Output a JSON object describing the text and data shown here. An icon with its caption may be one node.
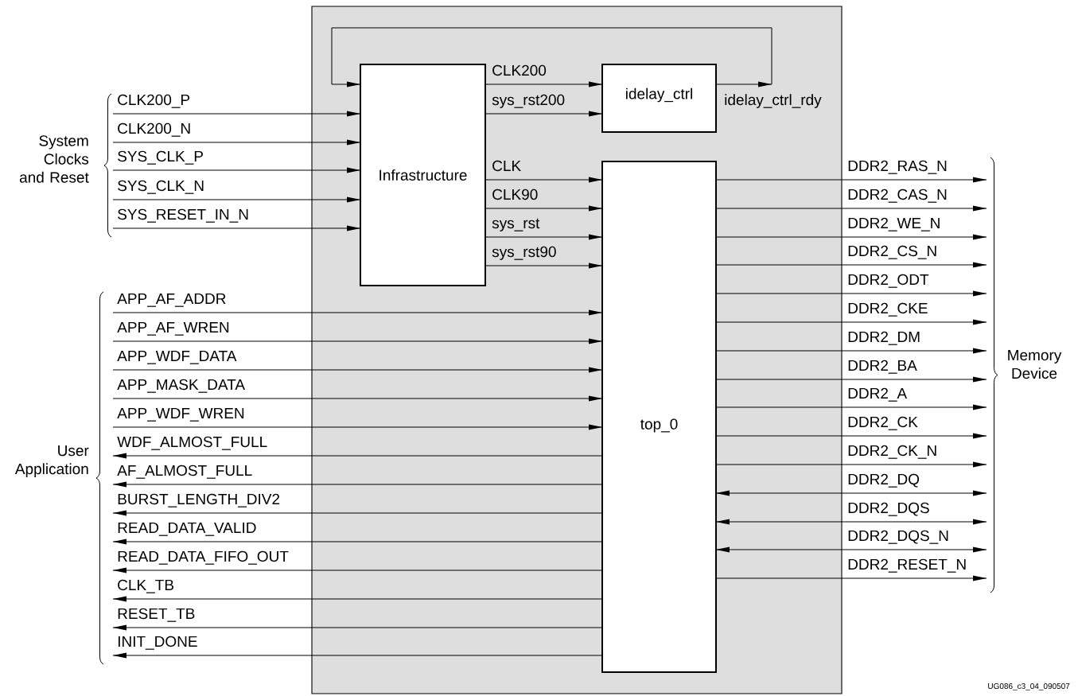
{
  "diagram": {
    "nodes": [
      {
        "text": [],
        "shape": "box"
      },
      {
        "text": [
          "Infrastructure"
        ],
        "in": 0
      },
      {
        "text": [
          "idelay_ctrl"
        ],
        "in": 0
      },
      {
        "text": [
          "top_0"
        ],
        "in": 0
      }
    ],
    "edges": [
      {
        "from": null,
        "to": 1,
        "arrow": "to",
        "label": "CLK200_P"
      },
      {
        "from": null,
        "to": 1,
        "arrow": "to",
        "label": "CLK200_N"
      },
      {
        "from": null,
        "to": 1,
        "arrow": "to",
        "label": "SYS_CLK_P"
      },
      {
        "from": null,
        "to": 1,
        "arrow": "to",
        "label": "SYS_CLK_N"
      },
      {
        "from": null,
        "to": 1,
        "arrow": "to",
        "label": "SYS_RESET_IN_N"
      },
      {
        "from": 1,
        "to": 2,
        "arrow": "to",
        "label": "CLK200"
      },
      {
        "from": 1,
        "to": 2,
        "arrow": "to",
        "label": "sys_rst200"
      },
      {
        "from": 2,
        "to": 1,
        "arrow": "to",
        "label": "idelay_ctrl_rdy"
      },
      {
        "from": 1,
        "to": 3,
        "arrow": "to",
        "label": "CLK"
      },
      {
        "from": 1,
        "to": 3,
        "arrow": "to",
        "label": "CLK90"
      },
      {
        "from": 1,
        "to": 3,
        "arrow": "to",
        "label": "sys_rst"
      },
      {
        "from": 1,
        "to": 3,
        "arrow": "to",
        "label": "sys_rst90"
      },
      {
        "from": null,
        "to": 3,
        "arrow": "to",
        "label": "APP_AF_ADDR"
      },
      {
        "from": null,
        "to": 3,
        "arrow": "to",
        "label": "APP_AF_WREN"
      },
      {
        "from": null,
        "to": 3,
        "arrow": "to",
        "label": "APP_WDF_DATA"
      },
      {
        "from": null,
        "to": 3,
        "arrow": "to",
        "label": "APP_MASK_DATA"
      },
      {
        "from": null,
        "to": 3,
        "arrow": "to",
        "label": "APP_WDF_WREN"
      },
      {
        "from": 3,
        "to": null,
        "arrow": "to",
        "label": "WDF_ALMOST_FULL"
      },
      {
        "from": 3,
        "to": null,
        "arrow": "to",
        "label": "AF_ALMOST_FULL"
      },
      {
        "from": 3,
        "to": null,
        "arrow": "to",
        "label": "BURST_LENGTH_DIV2"
      },
      {
        "from": 3,
        "to": null,
        "arrow": "to",
        "label": "READ_DATA_VALID"
      },
      {
        "from": 3,
        "to": null,
        "arrow": "to",
        "label": "READ_DATA_FIFO_OUT"
      },
      {
        "from": 3,
        "to": null,
        "arrow": "to",
        "label": "CLK_TB"
      },
      {
        "from": 3,
        "to": null,
        "arrow": "to",
        "label": "RESET_TB"
      },
      {
        "from": 3,
        "to": null,
        "arrow": "to",
        "label": "INIT_DONE"
      },
      {
        "from": 3,
        "to": null,
        "arrow": "to",
        "label": "DDR2_RAS_N"
      },
      {
        "from": 3,
        "to": null,
        "arrow": "to",
        "label": "DDR2_CAS_N"
      },
      {
        "from": 3,
        "to": null,
        "arrow": "to",
        "label": "DDR2_WE_N"
      },
      {
        "from": 3,
        "to": null,
        "arrow": "to",
        "label": "DDR2_CS_N"
      },
      {
        "from": 3,
        "to": null,
        "arrow": "to",
        "label": "DDR2_ODT"
      },
      {
        "from": 3,
        "to": null,
        "arrow": "to",
        "label": "DDR2_CKE"
      },
      {
        "from": 3,
        "to": null,
        "arrow": "to",
        "label": "DDR2_DM"
      },
      {
        "from": 3,
        "to": null,
        "arrow": "to",
        "label": "DDR2_BA"
      },
      {
        "from": 3,
        "to": null,
        "arrow": "to",
        "label": "DDR2_A"
      },
      {
        "from": 3,
        "to": null,
        "arrow": "to",
        "label": "DDR2_CK"
      },
      {
        "from": 3,
        "to": null,
        "arrow": "to",
        "label": "DDR2_CK_N"
      },
      {
        "from": 3,
        "to": null,
        "arrow": "both",
        "label": "DDR2_DQ"
      },
      {
        "from": 3,
        "to": null,
        "arrow": "both",
        "label": "DDR2_DQS"
      },
      {
        "from": 3,
        "to": null,
        "arrow": "both",
        "label": "DDR2_DQS_N"
      },
      {
        "from": 3,
        "to": null,
        "arrow": "to",
        "label": "DDR2_RESET_N"
      }
    ],
    "labels": [
      "System Clocks and Reset",
      "User Application",
      "Memory Device",
      "UG086_c3_04_090507"
    ]
  }
}
